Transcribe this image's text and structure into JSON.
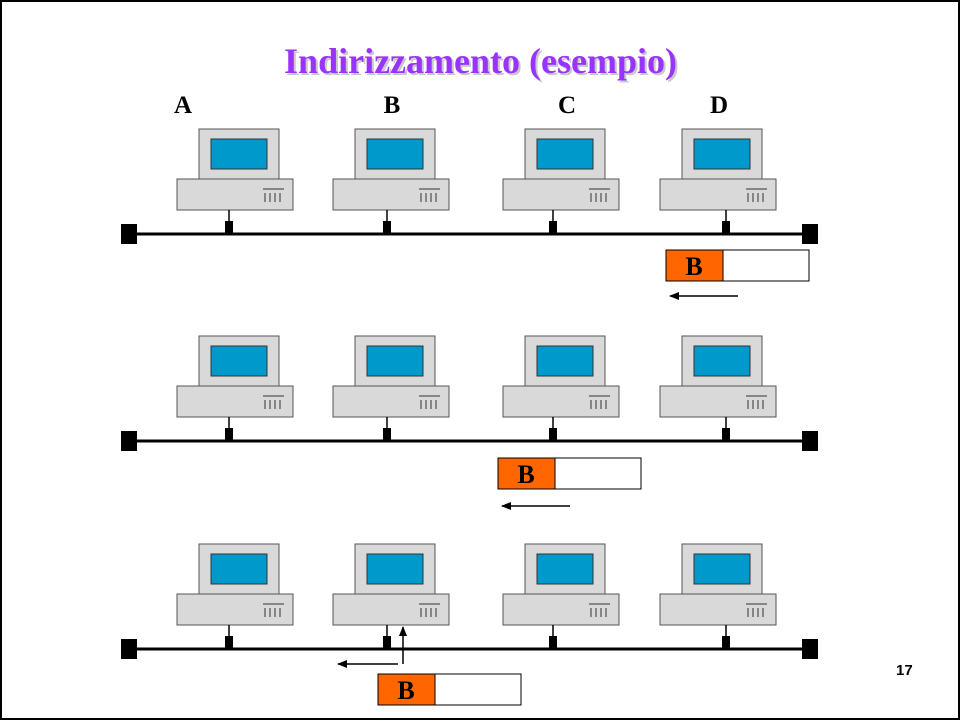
{
  "slide": {
    "title": "Indirizzamento (esempio)",
    "page_number": "17"
  },
  "hosts": [
    {
      "label": "A"
    },
    {
      "label": "B"
    },
    {
      "label": "C"
    },
    {
      "label": "D"
    }
  ],
  "frame": {
    "destination_label": "B",
    "header_color": "#ff6600",
    "body_color": "#ffffff"
  },
  "colors": {
    "title": "#9933ff",
    "screen": "#0099cc",
    "computer_case": "#d9d9d9",
    "bus": "#000000"
  },
  "steps": [
    {
      "frame_position": "under host D",
      "direction": "left"
    },
    {
      "frame_position": "under host C",
      "direction": "left"
    },
    {
      "frame_position": "under host B",
      "direction": "left",
      "received_by": "B"
    }
  ],
  "icons": {
    "host": "desktop-computer-icon",
    "bus_terminator": "terminator-icon",
    "direction": "left-arrow-icon",
    "receive": "up-arrow-icon"
  }
}
